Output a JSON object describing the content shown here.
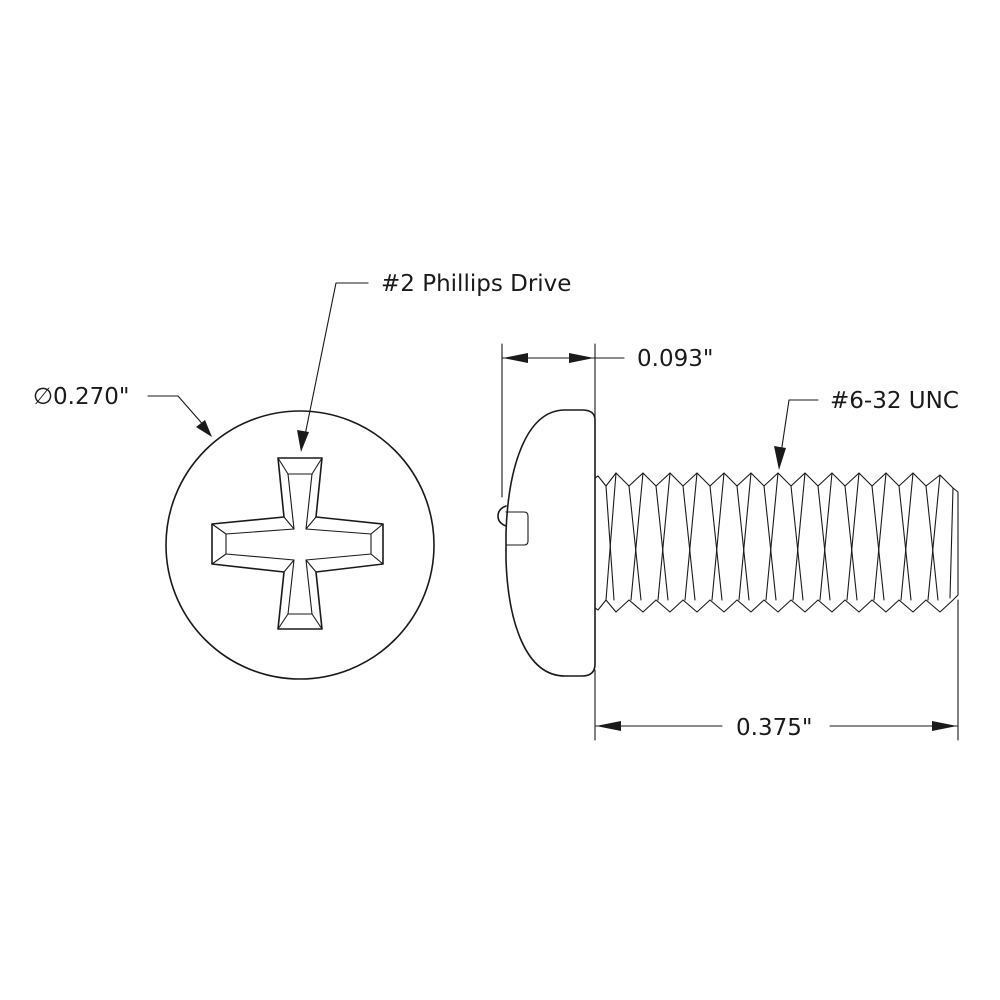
{
  "drawing": {
    "labels": {
      "head_diameter": "∅0.270\"",
      "drive": "#2 Phillips Drive",
      "head_height": "0.093\"",
      "thread": "#6-32 UNC",
      "length": "0.375\""
    },
    "colors": {
      "line": "#1a1a1a",
      "background": "#ffffff"
    }
  }
}
